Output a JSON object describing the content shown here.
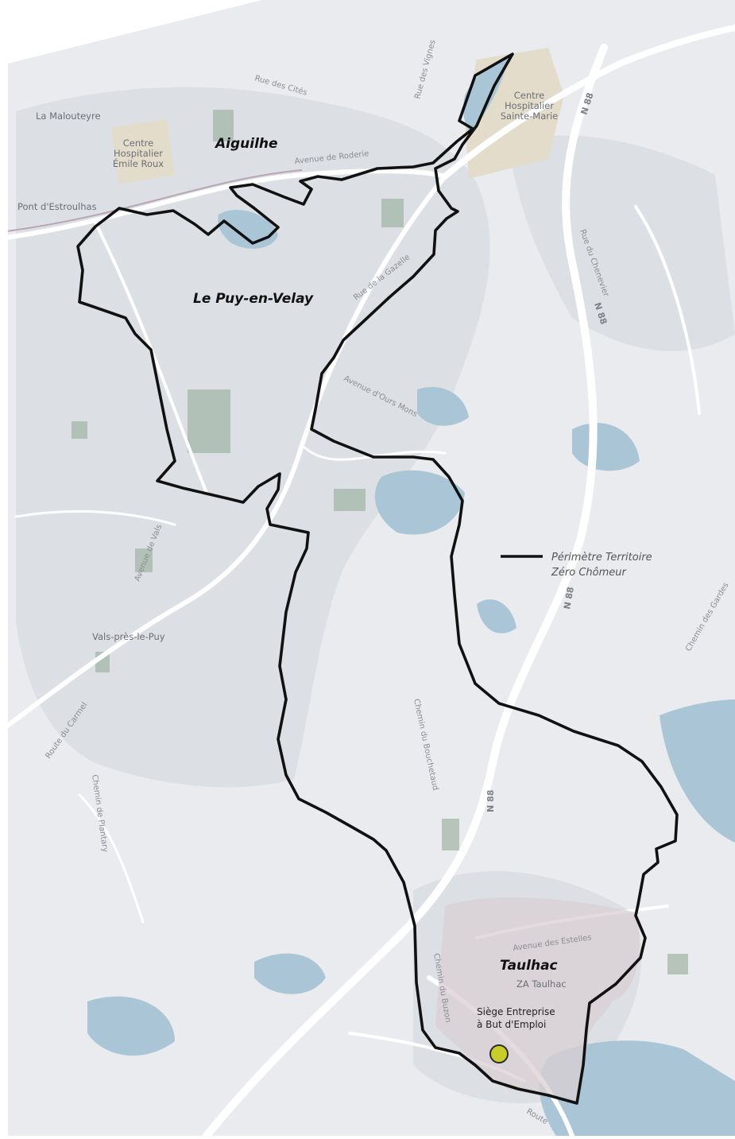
{
  "map": {
    "towns": {
      "aiguilhe": "Aiguilhe",
      "le_puy": "Le Puy-en-Velay",
      "taulhac": "Taulhac"
    },
    "places": {
      "la_malouteyre": "La Malouteyre",
      "pont_estroulhas": "Pont d'Estroulhas",
      "vals": "Vals-près-le-Puy",
      "za_taulhac": "ZA Taulhac",
      "hospital_emile": [
        "Centre",
        "Hospitalier",
        "Émile Roux"
      ],
      "hospital_sainte": [
        "Centre",
        "Hospitalier",
        "Sainte-Marie"
      ]
    },
    "streets": {
      "rue_cites": "Rue des Cités",
      "rue_vignes": "Rue des Vignes",
      "avenue_roderie": "Avenue de Roderie",
      "rue_gazelle": "Rue de la Gazelle",
      "avenue_ours": "Avenue d'Ours Mons",
      "avenue_vals": "Avenue de Vals",
      "route_carmel": "Route du Carmel",
      "chemin_plantary": "Chemin de Plantary",
      "chemin_bouchetaud": "Chemin du Bouchetaud",
      "chemin_buzon": "Chemin du Buzon",
      "avenue_estelles": "Avenue des Estelles",
      "chemin_gardes": "Chemin des Gardes",
      "rue_chenevier": "Rue du Chenevier",
      "route": "Route",
      "n88": "N 88"
    },
    "legend": {
      "line1": "Périmètre Territoire",
      "line2": "Zéro Chômeur"
    },
    "hq": {
      "line1": "Siège Entreprise",
      "line2": "à But d'Emploi"
    },
    "colors": {
      "background": "#e9ebee",
      "perimeter": "#111111",
      "zone_fill": "#d9cfd3",
      "water": "#aac6d6",
      "park": "#9fb3a4",
      "hospital": "#e3dccb",
      "hq_marker": "#c8cd2a"
    }
  }
}
